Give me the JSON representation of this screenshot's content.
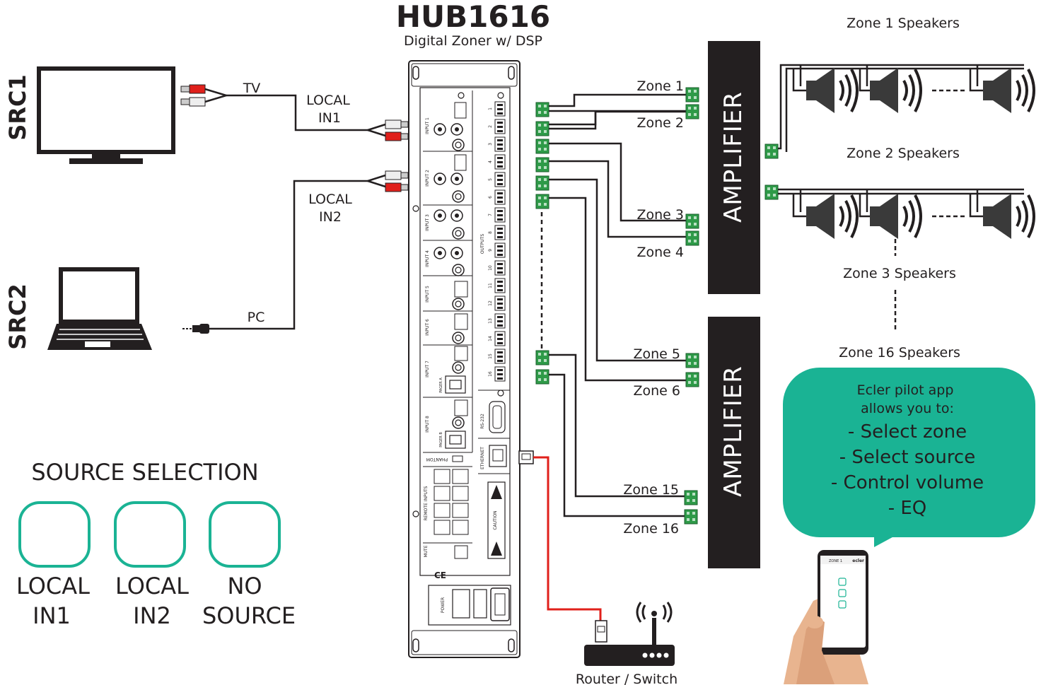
{
  "hub": {
    "title": "HUB1616",
    "subtitle": "Digital Zoner w/ DSP"
  },
  "sources": {
    "src1": {
      "label": "SRC1",
      "cable": "TV"
    },
    "src2": {
      "label": "SRC2",
      "cable": "PC"
    }
  },
  "inputs": {
    "in1": [
      "LOCAL",
      "IN1"
    ],
    "in2": [
      "LOCAL",
      "IN2"
    ]
  },
  "panel": {
    "input_labels": [
      "INPUT 1",
      "INPUT 2",
      "INPUT 3",
      "INPUT 4",
      "INPUT 5",
      "INPUT 6",
      "INPUT 7",
      "INPUT 8"
    ],
    "output_numbers": [
      "1",
      "2",
      "3",
      "4",
      "5",
      "6",
      "7",
      "8",
      "9",
      "10",
      "11",
      "12",
      "13",
      "14",
      "15",
      "16"
    ],
    "outputs_label": "OUTPUTS",
    "rs232": "RS-232",
    "ethernet": "ETHERNET",
    "phantom": "PHANTOM",
    "remote_inputs": "REMOTE INPUTS",
    "mute": "MUTE",
    "power": "POWER",
    "pager_a": "PAGER A",
    "pager_b": "PAGER B",
    "caution": "CAUTION"
  },
  "zones": {
    "z1": "Zone 1",
    "z2": "Zone 2",
    "z3": "Zone 3",
    "z4": "Zone 4",
    "z5": "Zone 5",
    "z6": "Zone 6",
    "z15": "Zone 15",
    "z16": "Zone 16"
  },
  "amplifier_label": "AMPLIFIER",
  "speakers": {
    "z1": "Zone 1 Speakers",
    "z2": "Zone 2 Speakers",
    "z3": "Zone 3 Speakers",
    "z16": "Zone 16 Speakers"
  },
  "source_selection": {
    "title": "SOURCE SELECTION",
    "buttons": [
      {
        "lines": [
          "LOCAL",
          "IN1"
        ]
      },
      {
        "lines": [
          "LOCAL",
          "IN2"
        ]
      },
      {
        "lines": [
          "NO",
          "SOURCE"
        ]
      }
    ]
  },
  "app_bubble": {
    "lines": [
      "Ecler pilot app",
      "allows you to:"
    ],
    "features": [
      "- Select zone",
      "- Select source",
      "- Control volume",
      "- EQ"
    ]
  },
  "phone": {
    "header": "ZONE 1",
    "brand": "ecler"
  },
  "router": {
    "label": "Router / Switch"
  },
  "colors": {
    "accent": "#1ab394",
    "ink": "#231f20",
    "cable_red": "#e0201b",
    "terminal_green": "#2e9a48"
  }
}
